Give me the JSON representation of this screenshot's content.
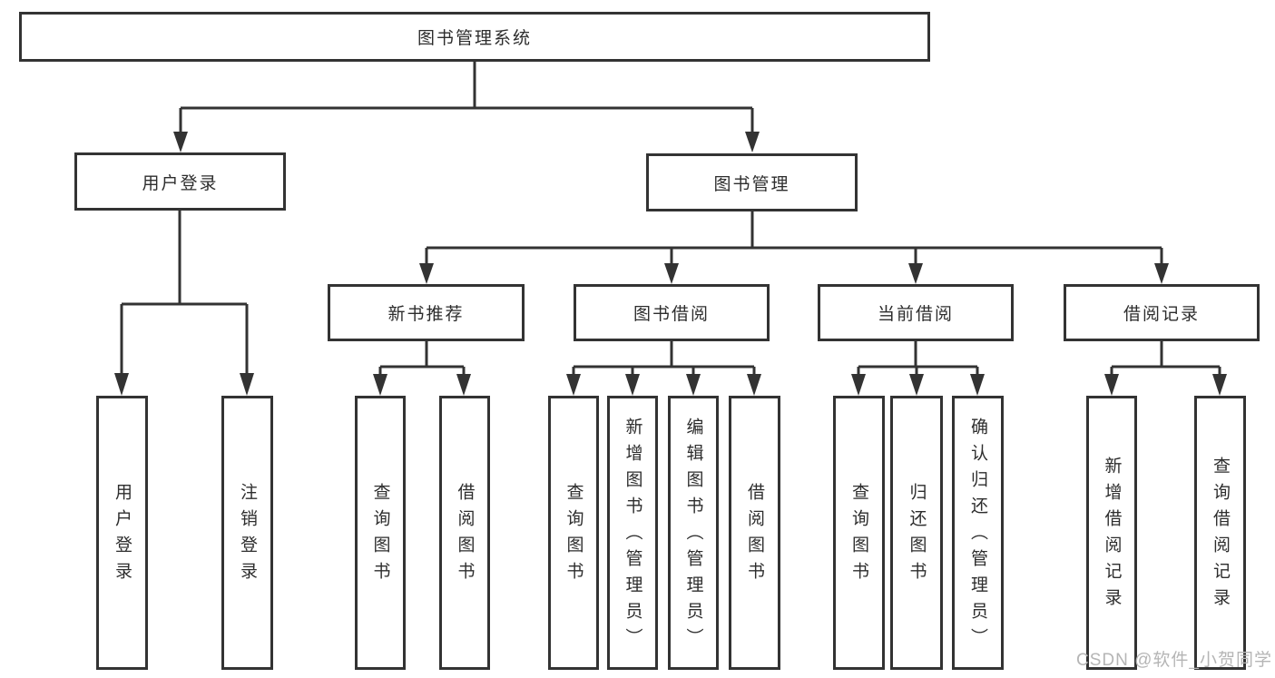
{
  "diagram": {
    "type": "hierarchy-tree",
    "title": "图书管理系统"
  },
  "nodes": {
    "root": "图书管理系统",
    "level2": {
      "user_login": "用户登录",
      "book_management": "图书管理"
    },
    "level3": {
      "new_book_recommend": "新书推荐",
      "book_borrow": "图书借阅",
      "current_borrow": "当前借阅",
      "borrow_records": "借阅记录"
    },
    "leaves": {
      "user_login_login": "用户登录",
      "user_login_logout": "注销登录",
      "nbr_query_books": "查询图书",
      "nbr_borrow_books": "借阅图书",
      "bb_query_books": "查询图书",
      "bb_add_books_admin": "新增图书（管理员）",
      "bb_edit_books_admin": "编辑图书（管理员）",
      "bb_borrow_books": "借阅图书",
      "cb_query_books": "查询图书",
      "cb_return_books": "归还图书",
      "cb_confirm_return_admin": "确认归还（管理员）",
      "br_add_record": "新增借阅记录",
      "br_query_record": "查询借阅记录"
    }
  },
  "watermark": "CSDN @软件_小贺同学",
  "colors": {
    "background": "#ffffff",
    "line": "#333333",
    "box_border": "#333333",
    "text": "#2d2d2d",
    "watermark": "#b5b5b5"
  }
}
